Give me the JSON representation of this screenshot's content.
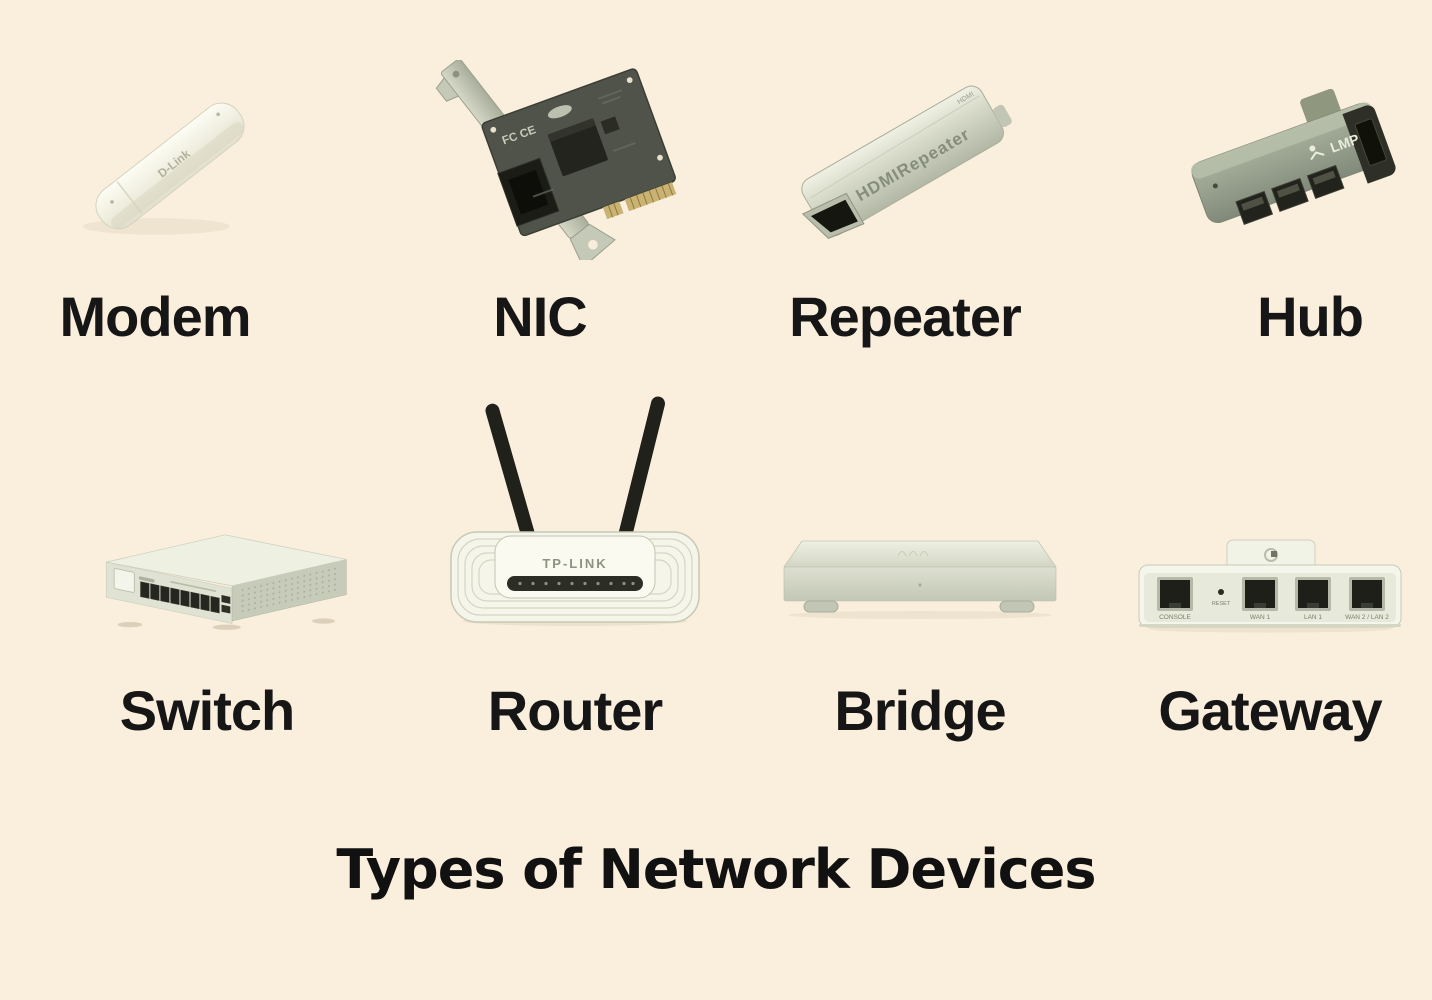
{
  "page": {
    "title": "Types of Network Devices",
    "background_color": "#FAEEDC",
    "label_color": "#161616"
  },
  "devices": [
    {
      "id": "modem",
      "label": "Modem",
      "on_device_text": "D-Link"
    },
    {
      "id": "nic",
      "label": "NIC",
      "board_markings": "FC CE"
    },
    {
      "id": "repeater",
      "label": "Repeater",
      "on_device_text": "HDMIRepeater",
      "corner_text": "HDMI"
    },
    {
      "id": "hub",
      "label": "Hub",
      "on_device_text": "LMP"
    },
    {
      "id": "switch",
      "label": "Switch"
    },
    {
      "id": "router",
      "label": "Router",
      "on_device_text": "TP-LINK"
    },
    {
      "id": "bridge",
      "label": "Bridge"
    },
    {
      "id": "gateway",
      "label": "Gateway",
      "port_labels": [
        "CONSOLE",
        "RESET",
        "WAN 1",
        "LAN 1",
        "WAN 2 / LAN 2"
      ]
    }
  ]
}
